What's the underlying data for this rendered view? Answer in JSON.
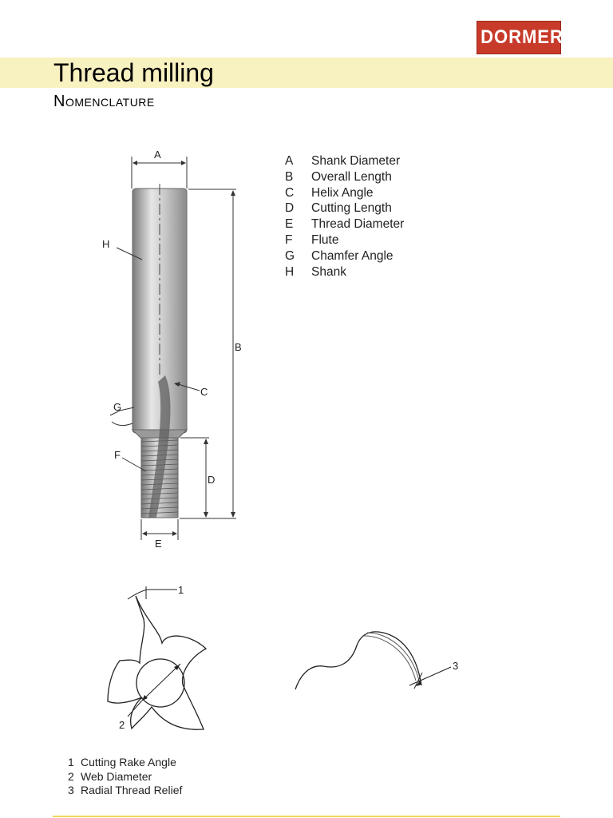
{
  "brand": {
    "logo_text": "DORMER",
    "color": "#c83a2a"
  },
  "header": {
    "title": "Thread milling",
    "subtitle": "Nomenclature",
    "band_color": "#f8f1c0"
  },
  "legend": [
    {
      "code": "A",
      "label": "Shank Diameter"
    },
    {
      "code": "B",
      "label": "Overall Length"
    },
    {
      "code": "C",
      "label": "Helix Angle"
    },
    {
      "code": "D",
      "label": "Cutting Length"
    },
    {
      "code": "E",
      "label": "Thread Diameter"
    },
    {
      "code": "F",
      "label": "Flute"
    },
    {
      "code": "G",
      "label": "Chamfer Angle"
    },
    {
      "code": "H",
      "label": "Shank"
    }
  ],
  "diagram_labels": {
    "A": "A",
    "B": "B",
    "C": "C",
    "D": "D",
    "E": "E",
    "F": "F",
    "G": "G",
    "H": "H",
    "n1": "1",
    "n2": "2",
    "n3": "3"
  },
  "notes": [
    {
      "num": "1",
      "label": "Cutting Rake Angle"
    },
    {
      "num": "2",
      "label": "Web Diameter"
    },
    {
      "num": "3",
      "label": "Radial Thread Relief"
    }
  ],
  "footer": {
    "rule_color": "#f1d65a"
  }
}
